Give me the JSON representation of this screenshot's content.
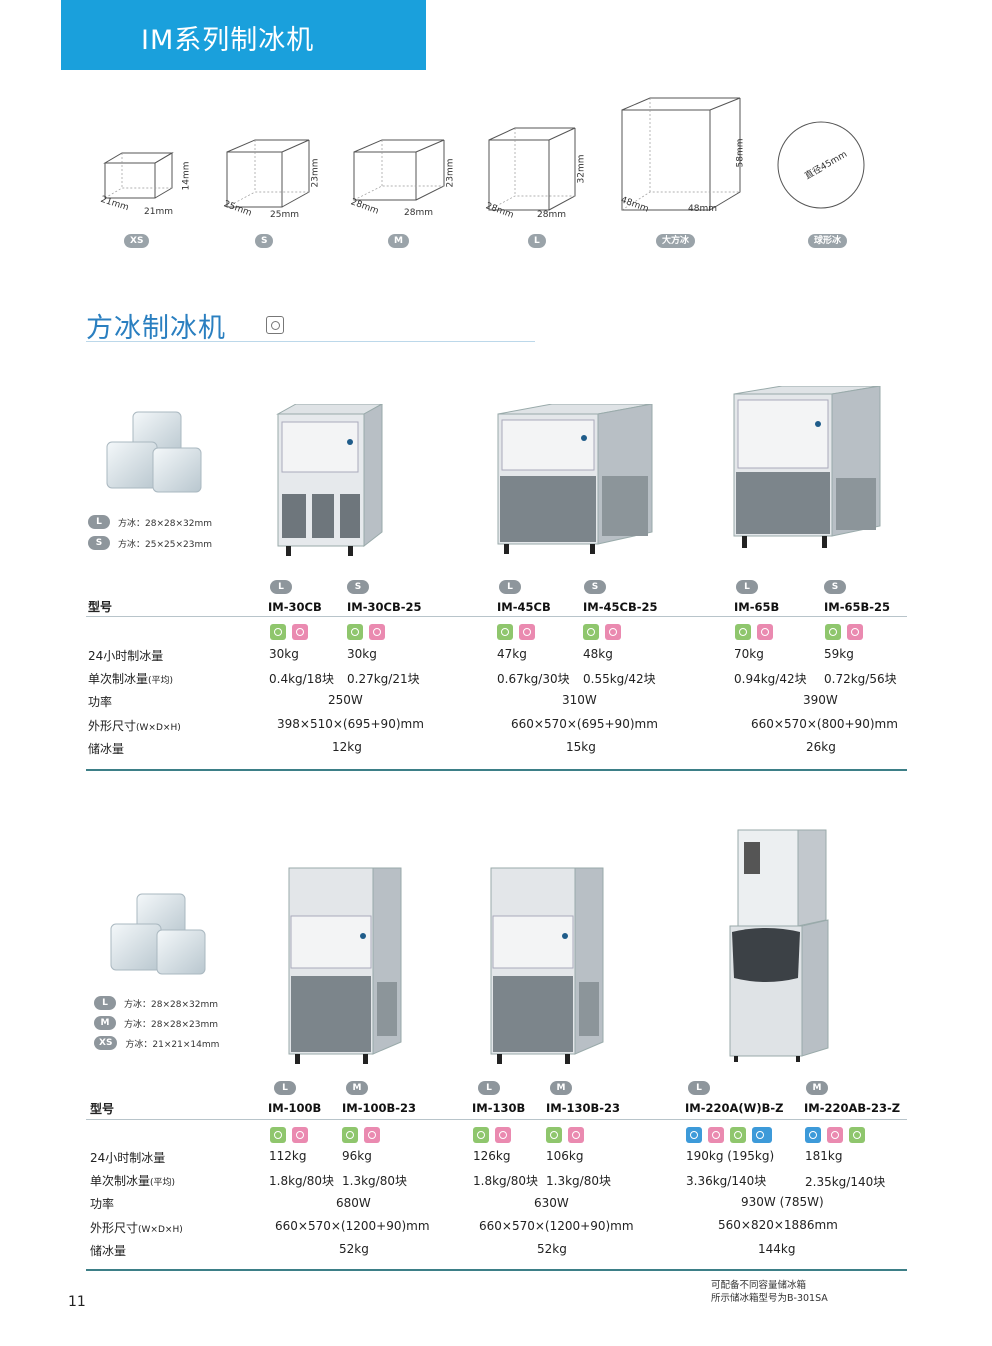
{
  "banner": {
    "title": "IM系列制冰机"
  },
  "cubes": [
    {
      "w": "21mm",
      "d": "21mm",
      "h": "14mm",
      "tag": "XS"
    },
    {
      "w": "25mm",
      "d": "25mm",
      "h": "23mm",
      "tag": "S"
    },
    {
      "w": "28mm",
      "d": "28mm",
      "h": "23mm",
      "tag": "M"
    },
    {
      "w": "28mm",
      "d": "28mm",
      "h": "32mm",
      "tag": "L"
    },
    {
      "w": "48mm",
      "d": "48mm",
      "h": "58mm",
      "tag": "大方冰"
    },
    {
      "diameter": "直径45mm",
      "tag": "球形冰"
    }
  ],
  "section": {
    "title": "方冰制冰机"
  },
  "group1": {
    "legend": [
      {
        "tag": "L",
        "text": "方冰：28×28×32mm"
      },
      {
        "tag": "S",
        "text": "方冰：25×25×23mm"
      }
    ],
    "header": "型号",
    "rows": {
      "r1": "24小时制冰量",
      "r2": "单次制冰量",
      "r2_note": "(平均)",
      "r3": "功率",
      "r4": "外形尺寸",
      "r4_note": "(W×D×H)",
      "r5": "储冰量"
    },
    "models": [
      {
        "tag": "L",
        "name": "IM-30CB",
        "daily": "30kg",
        "batch": "0.4kg/18块"
      },
      {
        "tag": "S",
        "name": "IM-30CB-25",
        "daily": "30kg",
        "batch": "0.27kg/21块"
      },
      {
        "tag": "L",
        "name": "IM-45CB",
        "daily": "47kg",
        "batch": "0.67kg/30块"
      },
      {
        "tag": "S",
        "name": "IM-45CB-25",
        "daily": "48kg",
        "batch": "0.55kg/42块"
      },
      {
        "tag": "L",
        "name": "IM-65B",
        "daily": "70kg",
        "batch": "0.94kg/42块"
      },
      {
        "tag": "S",
        "name": "IM-65B-25",
        "daily": "59kg",
        "batch": "0.72kg/56块"
      }
    ],
    "shared": [
      {
        "power": "250W",
        "size": "398×510×(695+90)mm",
        "storage": "12kg"
      },
      {
        "power": "310W",
        "size": "660×570×(695+90)mm",
        "storage": "15kg"
      },
      {
        "power": "390W",
        "size": "660×570×(800+90)mm",
        "storage": "26kg"
      }
    ]
  },
  "group2": {
    "legend": [
      {
        "tag": "L",
        "text": "方冰：28×28×32mm"
      },
      {
        "tag": "M",
        "text": "方冰：28×28×23mm"
      },
      {
        "tag": "XS",
        "text": "方冰：21×21×14mm"
      }
    ],
    "header": "型号",
    "rows": {
      "r1": "24小时制冰量",
      "r2": "单次制冰量",
      "r2_note": "(平均)",
      "r3": "功率",
      "r4": "外形尺寸",
      "r4_note": "(W×D×H)",
      "r5": "储冰量"
    },
    "models": [
      {
        "tag": "L",
        "name": "IM-100B",
        "daily": "112kg",
        "batch": "1.8kg/80块"
      },
      {
        "tag": "M",
        "name": "IM-100B-23",
        "daily": "96kg",
        "batch": "1.3kg/80块"
      },
      {
        "tag": "L",
        "name": "IM-130B",
        "daily": "126kg",
        "batch": "1.8kg/80块"
      },
      {
        "tag": "M",
        "name": "IM-130B-23",
        "daily": "106kg",
        "batch": "1.3kg/80块"
      },
      {
        "tag": "L",
        "name": "IM-220A(W)B-Z",
        "daily": "190kg (195kg)",
        "batch": "3.36kg/140块"
      },
      {
        "tag": "M",
        "name": "IM-220AB-23-Z",
        "daily": "181kg",
        "batch": "2.35kg/140块"
      }
    ],
    "shared": [
      {
        "power": "680W",
        "size": "660×570×(1200+90)mm",
        "storage": "52kg"
      },
      {
        "power": "630W",
        "size": "660×570×(1200+90)mm",
        "storage": "52kg"
      },
      {
        "power": "930W (785W)",
        "size": "560×820×1886mm",
        "storage": "144kg"
      }
    ]
  },
  "note": {
    "line1": "可配备不同容量储冰箱",
    "line2": "所示储冰箱型号为B-301SA"
  },
  "page_number": "11"
}
